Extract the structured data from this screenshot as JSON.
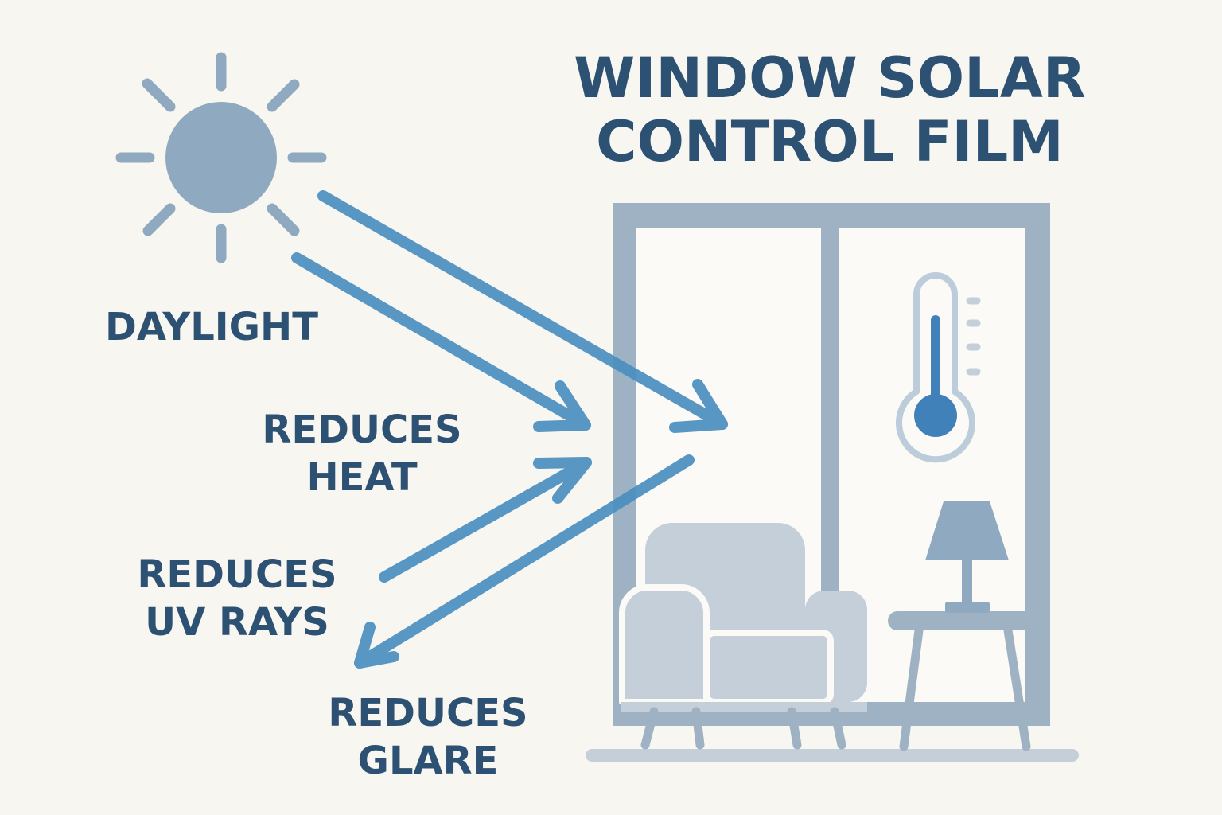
{
  "title": {
    "line1": "WINDOW SOLAR",
    "line2": "CONTROL FILM"
  },
  "labels": {
    "daylight": "DAYLIGHT",
    "heat": {
      "line1": "REDUCES",
      "line2": "HEAT"
    },
    "uv": {
      "line1": "REDUCES",
      "line2": "UV RAYS"
    },
    "glare": {
      "line1": "REDUCES",
      "line2": "GLARE"
    }
  },
  "icons": [
    "sun-icon",
    "thermometer-icon",
    "armchair-icon",
    "table-lamp-icon",
    "side-table-icon",
    "window-icon"
  ],
  "colors": {
    "background": "#f8f6f1",
    "text": "#2d5173",
    "arrow": "#4b8fc0",
    "sun": "#8faac0",
    "frame": "#9fb2c3",
    "furniture": "#c4cfda",
    "thermometer": "#4181ba"
  }
}
